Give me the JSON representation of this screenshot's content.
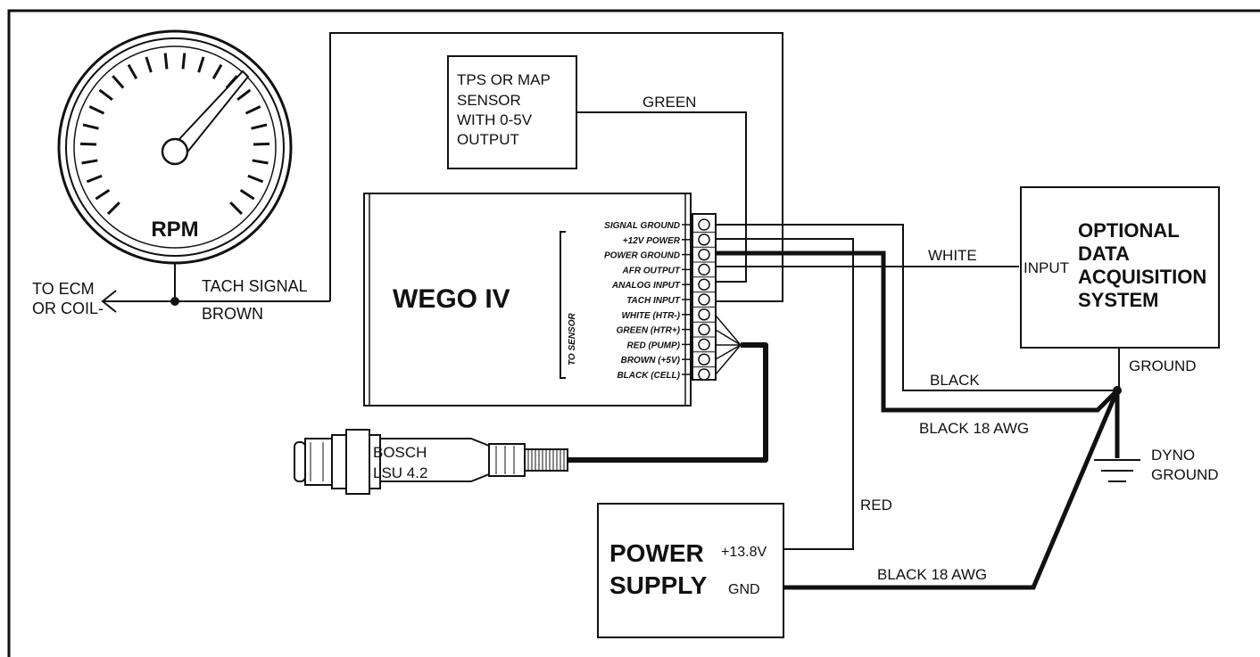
{
  "tachometer": {
    "label": "RPM"
  },
  "left_labels": {
    "ecm_line1": "TO ECM",
    "ecm_line2": "OR COIL-",
    "tach_signal": "TACH SIGNAL",
    "brown": "BROWN"
  },
  "sensor_box": {
    "lines": [
      "TPS OR MAP",
      "SENSOR",
      "WITH 0-5V",
      "OUTPUT"
    ],
    "wire": "GREEN"
  },
  "wego": {
    "title": "WEGO IV",
    "to_sensor": "TO SENSOR",
    "pins": [
      "SIGNAL GROUND",
      "+12V POWER",
      "POWER GROUND",
      "AFR OUTPUT",
      "ANALOG INPUT",
      "TACH INPUT",
      "WHITE (HTR-)",
      "GREEN  (HTR+)",
      "RED (PUMP)",
      "BROWN (+5V)",
      "BLACK (CELL)"
    ]
  },
  "bosch": {
    "line1": "BOSCH",
    "line2": "LSU 4.2"
  },
  "das": {
    "lines": [
      "OPTIONAL",
      "DATA",
      "ACQUISITION",
      "SYSTEM"
    ],
    "input": "INPUT",
    "ground": "GROUND"
  },
  "wires": {
    "white": "WHITE",
    "black": "BLACK",
    "black18_top": "BLACK 18 AWG",
    "red": "RED",
    "black18_bottom": "BLACK 18 AWG"
  },
  "dyno": {
    "line1": "DYNO",
    "line2": "GROUND"
  },
  "power_supply": {
    "line1": "POWER",
    "line2": "SUPPLY",
    "pos": "+13.8V",
    "gnd": "GND"
  }
}
